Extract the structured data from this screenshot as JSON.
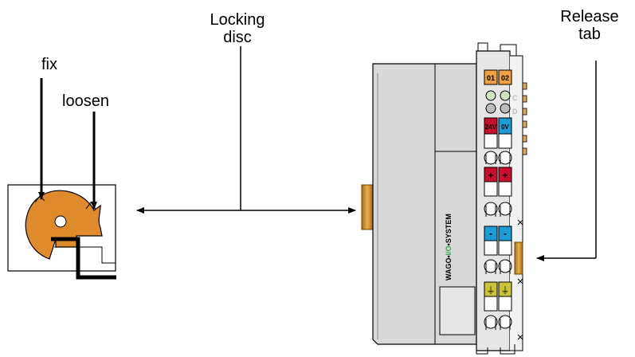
{
  "labels": {
    "locking_disc_line1": "Locking",
    "locking_disc_line2": "disc",
    "release_tab_line1": "Release",
    "release_tab_line2": "tab",
    "fix": "fix",
    "loosen": "loosen"
  },
  "module": {
    "brand": "WAGO-I/O-SYSTEM",
    "brand_wago": "WAGO",
    "brand_io": "I/O",
    "brand_system": "SYSTEM",
    "led_channels": [
      "01",
      "02"
    ],
    "led_letters": [
      "C",
      "D"
    ],
    "supply_labels": [
      "24V",
      "0V"
    ],
    "plus_symbol": "+",
    "minus_symbol": "-",
    "ground_symbol": "⏚"
  },
  "colors": {
    "disc_orange": "#e08a2e",
    "lever_black": "#000000",
    "housing_gray": "#d8d8d8",
    "housing_light": "#e6e6e6",
    "terminal_red": "#c8102e",
    "terminal_blue": "#1d9bd7",
    "terminal_yellow": "#c9c43a",
    "led_green": "#cfe3c0",
    "led_gray": "#bdbdbd",
    "label_orange": "#f0a040"
  }
}
